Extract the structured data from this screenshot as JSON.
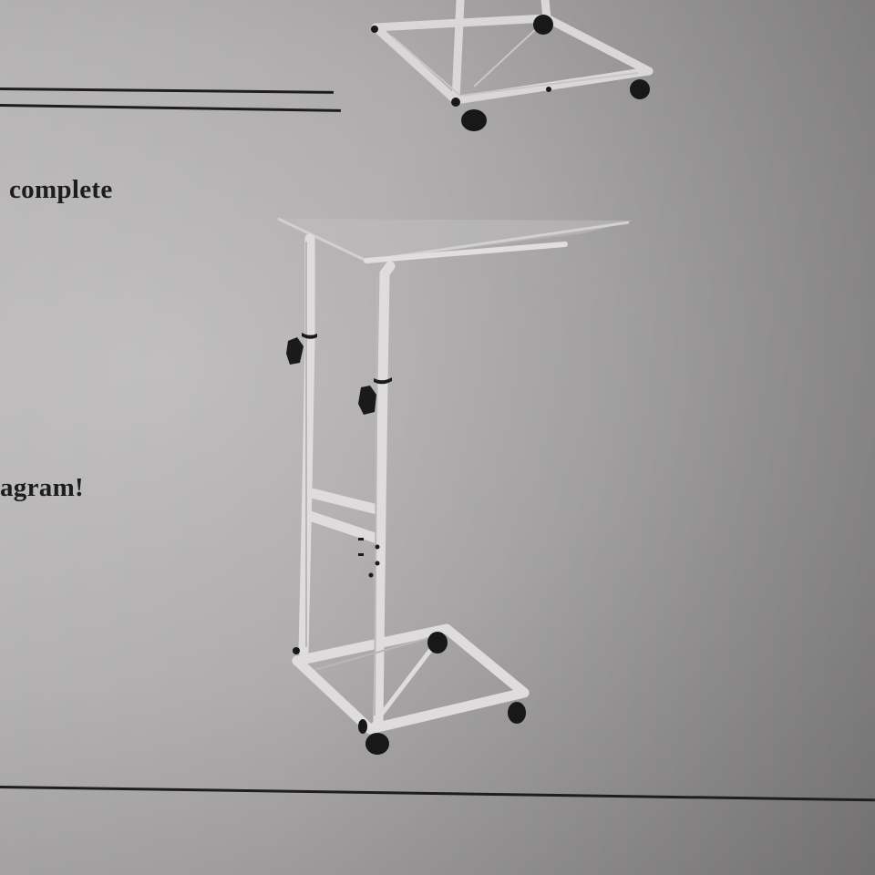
{
  "page": {
    "text_fragments": {
      "complete": "complete",
      "diagram": "agram!"
    },
    "colors": {
      "paper": "#aeacad",
      "ink": "#1d1d1d",
      "frame": "#d6d4d4"
    },
    "illustrations": [
      {
        "name": "assembled-cart-top-view",
        "icon": "cart-frame-icon"
      },
      {
        "name": "assembled-cart-side-view",
        "icon": "cart-frame-icon"
      }
    ]
  }
}
